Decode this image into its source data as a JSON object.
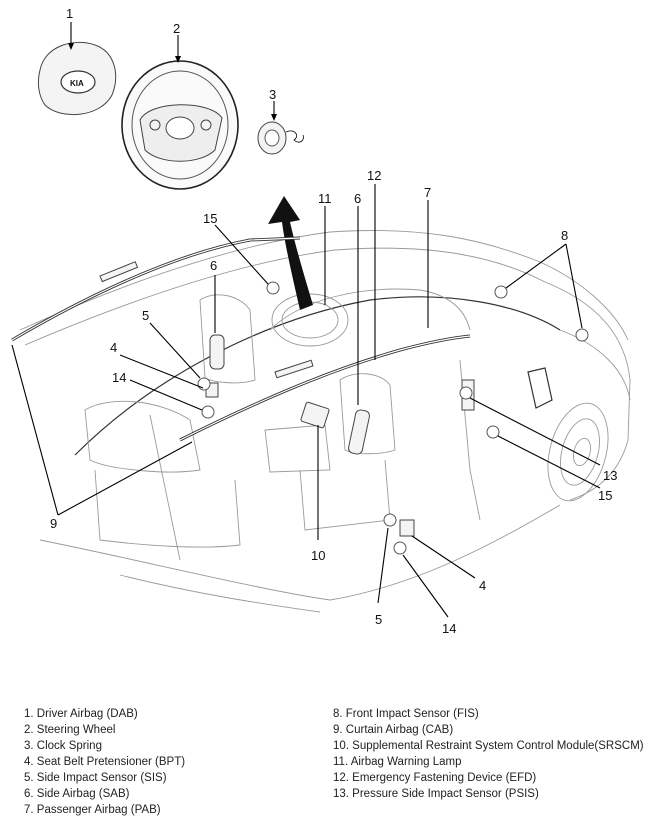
{
  "callouts": {
    "c1": "1",
    "c2": "2",
    "c3": "3",
    "c4a": "4",
    "c4b": "4",
    "c5a": "5",
    "c5b": "5",
    "c6a": "6",
    "c6b": "6",
    "c7": "7",
    "c8": "8",
    "c9": "9",
    "c10": "10",
    "c11": "11",
    "c12": "12",
    "c13": "13",
    "c14a": "14",
    "c14b": "14",
    "c15a": "15",
    "c15b": "15"
  },
  "legend": {
    "left": [
      "1. Driver Airbag (DAB)",
      "2. Steering Wheel",
      "3. Clock Spring",
      "4. Seat Belt Pretensioner (BPT)",
      "5. Side Impact Sensor (SIS)",
      "6. Side Airbag (SAB)",
      "7. Passenger Airbag (PAB)"
    ],
    "right": [
      "8. Front Impact Sensor (FIS)",
      "9. Curtain Airbag (CAB)",
      "10. Supplemental Restraint System Control Module(SRSCM)",
      "11. Airbag Warning Lamp",
      "12. Emergency Fastening Device (EFD)",
      "13. Pressure Side Impact Sensor (PSIS)"
    ]
  },
  "icons": [
    "kia-logo-icon",
    "up-arrow-icon"
  ]
}
